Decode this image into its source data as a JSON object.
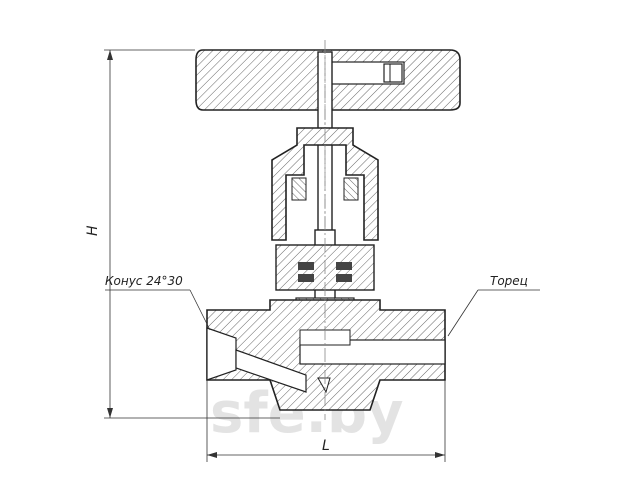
{
  "drawing": {
    "labels": {
      "height": "H",
      "length": "L",
      "cone": "Конус 24°30",
      "face": "Торец"
    },
    "watermark": "sfe.by"
  }
}
